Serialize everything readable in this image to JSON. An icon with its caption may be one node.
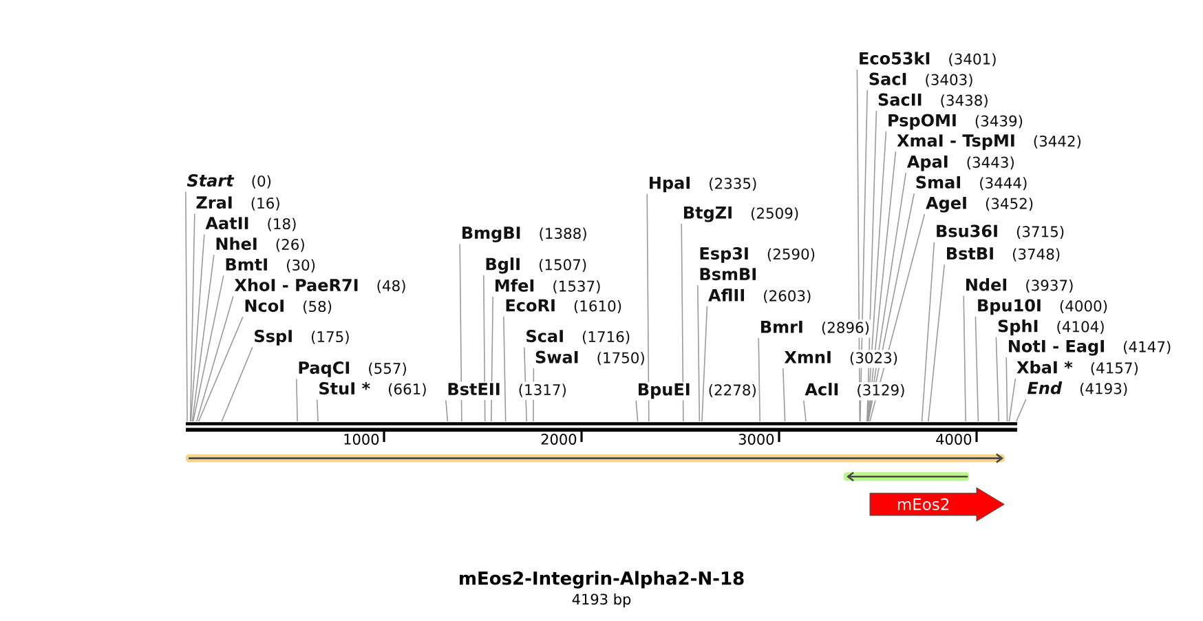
{
  "diagram": {
    "title": "mEos2-Integrin-Alpha2-N-18",
    "caption": "4193 bp",
    "nodes": [
      {
        "text": [
          "Start",
          "(0)"
        ]
      },
      {
        "text": [
          "ZraI",
          "(16)"
        ]
      },
      {
        "text": [
          "AatII",
          "(18)"
        ]
      },
      {
        "text": [
          "NheI",
          "(26)"
        ]
      },
      {
        "text": [
          "BmtI",
          "(30)"
        ]
      },
      {
        "text": [
          "XhoI - PaeR7I",
          "(48)"
        ]
      },
      {
        "text": [
          "NcoI",
          "(58)"
        ]
      },
      {
        "text": [
          "SspI",
          "(175)"
        ]
      },
      {
        "text": [
          "PaqCI",
          "(557)"
        ]
      },
      {
        "text": [
          "StuI *",
          "(661)"
        ]
      },
      {
        "text": [
          "BstEII",
          "(1317)"
        ]
      },
      {
        "text": [
          "BmgBI",
          "(1388)"
        ]
      },
      {
        "text": [
          "BglI",
          "(1507)"
        ]
      },
      {
        "text": [
          "MfeI",
          "(1537)"
        ]
      },
      {
        "text": [
          "EcoRI",
          "(1610)"
        ]
      },
      {
        "text": [
          "ScaI",
          "(1716)"
        ]
      },
      {
        "text": [
          "SwaI",
          "(1750)"
        ]
      },
      {
        "text": [
          "BpuEI",
          "(2278)"
        ]
      },
      {
        "text": [
          "HpaI",
          "(2335)"
        ]
      },
      {
        "text": [
          "BtgZI",
          "(2509)"
        ]
      },
      {
        "text": [
          "Esp3I",
          "(2590)",
          "BsmBI"
        ]
      },
      {
        "text": [
          "AflII",
          "(2603)"
        ]
      },
      {
        "text": [
          "BmrI",
          "(2896)"
        ]
      },
      {
        "text": [
          "XmnI",
          "(3023)"
        ]
      },
      {
        "text": [
          "AclI",
          "(3129)"
        ]
      },
      {
        "text": [
          "Eco53kI",
          "(3401)"
        ]
      },
      {
        "text": [
          "SacI",
          "(3403)"
        ]
      },
      {
        "text": [
          "SacII",
          "(3438)"
        ]
      },
      {
        "text": [
          "PspOMI",
          "(3439)"
        ]
      },
      {
        "text": [
          "XmaI - TspMI",
          "(3442)"
        ]
      },
      {
        "text": [
          "ApaI",
          "(3443)"
        ]
      },
      {
        "text": [
          "SmaI",
          "(3444)"
        ]
      },
      {
        "text": [
          "AgeI",
          "(3452)"
        ]
      },
      {
        "text": [
          "Bsu36I",
          "(3715)"
        ]
      },
      {
        "text": [
          "BstBI",
          "(3748)"
        ]
      },
      {
        "text": [
          "NdeI",
          "(3937)"
        ]
      },
      {
        "text": [
          "Bpu10I",
          "(4000)"
        ]
      },
      {
        "text": [
          "SphI",
          "(4104)"
        ]
      },
      {
        "text": [
          "NotI - EagI",
          "(4147)"
        ]
      },
      {
        "text": [
          "XbaI *",
          "(4157)"
        ]
      },
      {
        "text": [
          "End",
          "(4193)"
        ]
      },
      {
        "text": [],
        "shape": "bar"
      },
      {
        "text": [],
        "shape": "arrow"
      },
      {
        "text": [],
        "shape": "arrow"
      },
      {
        "text": [
          "mEos2"
        ]
      }
    ],
    "edges": [
      {
        "from": 0,
        "to": 41,
        "arrow": "none"
      },
      {
        "from": 1,
        "to": 41,
        "arrow": "none"
      },
      {
        "from": 2,
        "to": 41,
        "arrow": "none"
      },
      {
        "from": 3,
        "to": 41,
        "arrow": "none"
      },
      {
        "from": 4,
        "to": 41,
        "arrow": "none"
      },
      {
        "from": 5,
        "to": 41,
        "arrow": "none"
      },
      {
        "from": 6,
        "to": 41,
        "arrow": "none"
      },
      {
        "from": 7,
        "to": 41,
        "arrow": "none"
      },
      {
        "from": 8,
        "to": 41,
        "arrow": "none"
      },
      {
        "from": 9,
        "to": 41,
        "arrow": "none"
      },
      {
        "from": 10,
        "to": 41,
        "arrow": "none"
      },
      {
        "from": 11,
        "to": 41,
        "arrow": "none"
      },
      {
        "from": 12,
        "to": 41,
        "arrow": "none"
      },
      {
        "from": 13,
        "to": 41,
        "arrow": "none"
      },
      {
        "from": 14,
        "to": 41,
        "arrow": "none"
      },
      {
        "from": 15,
        "to": 41,
        "arrow": "none"
      },
      {
        "from": 16,
        "to": 41,
        "arrow": "none"
      },
      {
        "from": 17,
        "to": 41,
        "arrow": "none"
      },
      {
        "from": 18,
        "to": 41,
        "arrow": "none"
      },
      {
        "from": 19,
        "to": 41,
        "arrow": "none"
      },
      {
        "from": 20,
        "to": 41,
        "arrow": "none"
      },
      {
        "from": 21,
        "to": 41,
        "arrow": "none"
      },
      {
        "from": 22,
        "to": 41,
        "arrow": "none"
      },
      {
        "from": 23,
        "to": 41,
        "arrow": "none"
      },
      {
        "from": 24,
        "to": 41,
        "arrow": "none"
      },
      {
        "from": 25,
        "to": 41,
        "arrow": "none"
      },
      {
        "from": 26,
        "to": 41,
        "arrow": "none"
      },
      {
        "from": 27,
        "to": 41,
        "arrow": "none"
      },
      {
        "from": 28,
        "to": 41,
        "arrow": "none"
      },
      {
        "from": 29,
        "to": 41,
        "arrow": "none"
      },
      {
        "from": 30,
        "to": 41,
        "arrow": "none"
      },
      {
        "from": 31,
        "to": 41,
        "arrow": "none"
      },
      {
        "from": 32,
        "to": 41,
        "arrow": "none"
      },
      {
        "from": 33,
        "to": 41,
        "arrow": "none"
      },
      {
        "from": 34,
        "to": 41,
        "arrow": "none"
      },
      {
        "from": 35,
        "to": 41,
        "arrow": "none"
      },
      {
        "from": 36,
        "to": 41,
        "arrow": "none"
      },
      {
        "from": 37,
        "to": 41,
        "arrow": "none"
      },
      {
        "from": 38,
        "to": 41,
        "arrow": "none"
      },
      {
        "from": 39,
        "to": 41,
        "arrow": "none"
      },
      {
        "from": 40,
        "to": 41,
        "arrow": "none"
      }
    ],
    "labels": [
      "1000",
      "2000",
      "3000",
      "4000"
    ]
  }
}
